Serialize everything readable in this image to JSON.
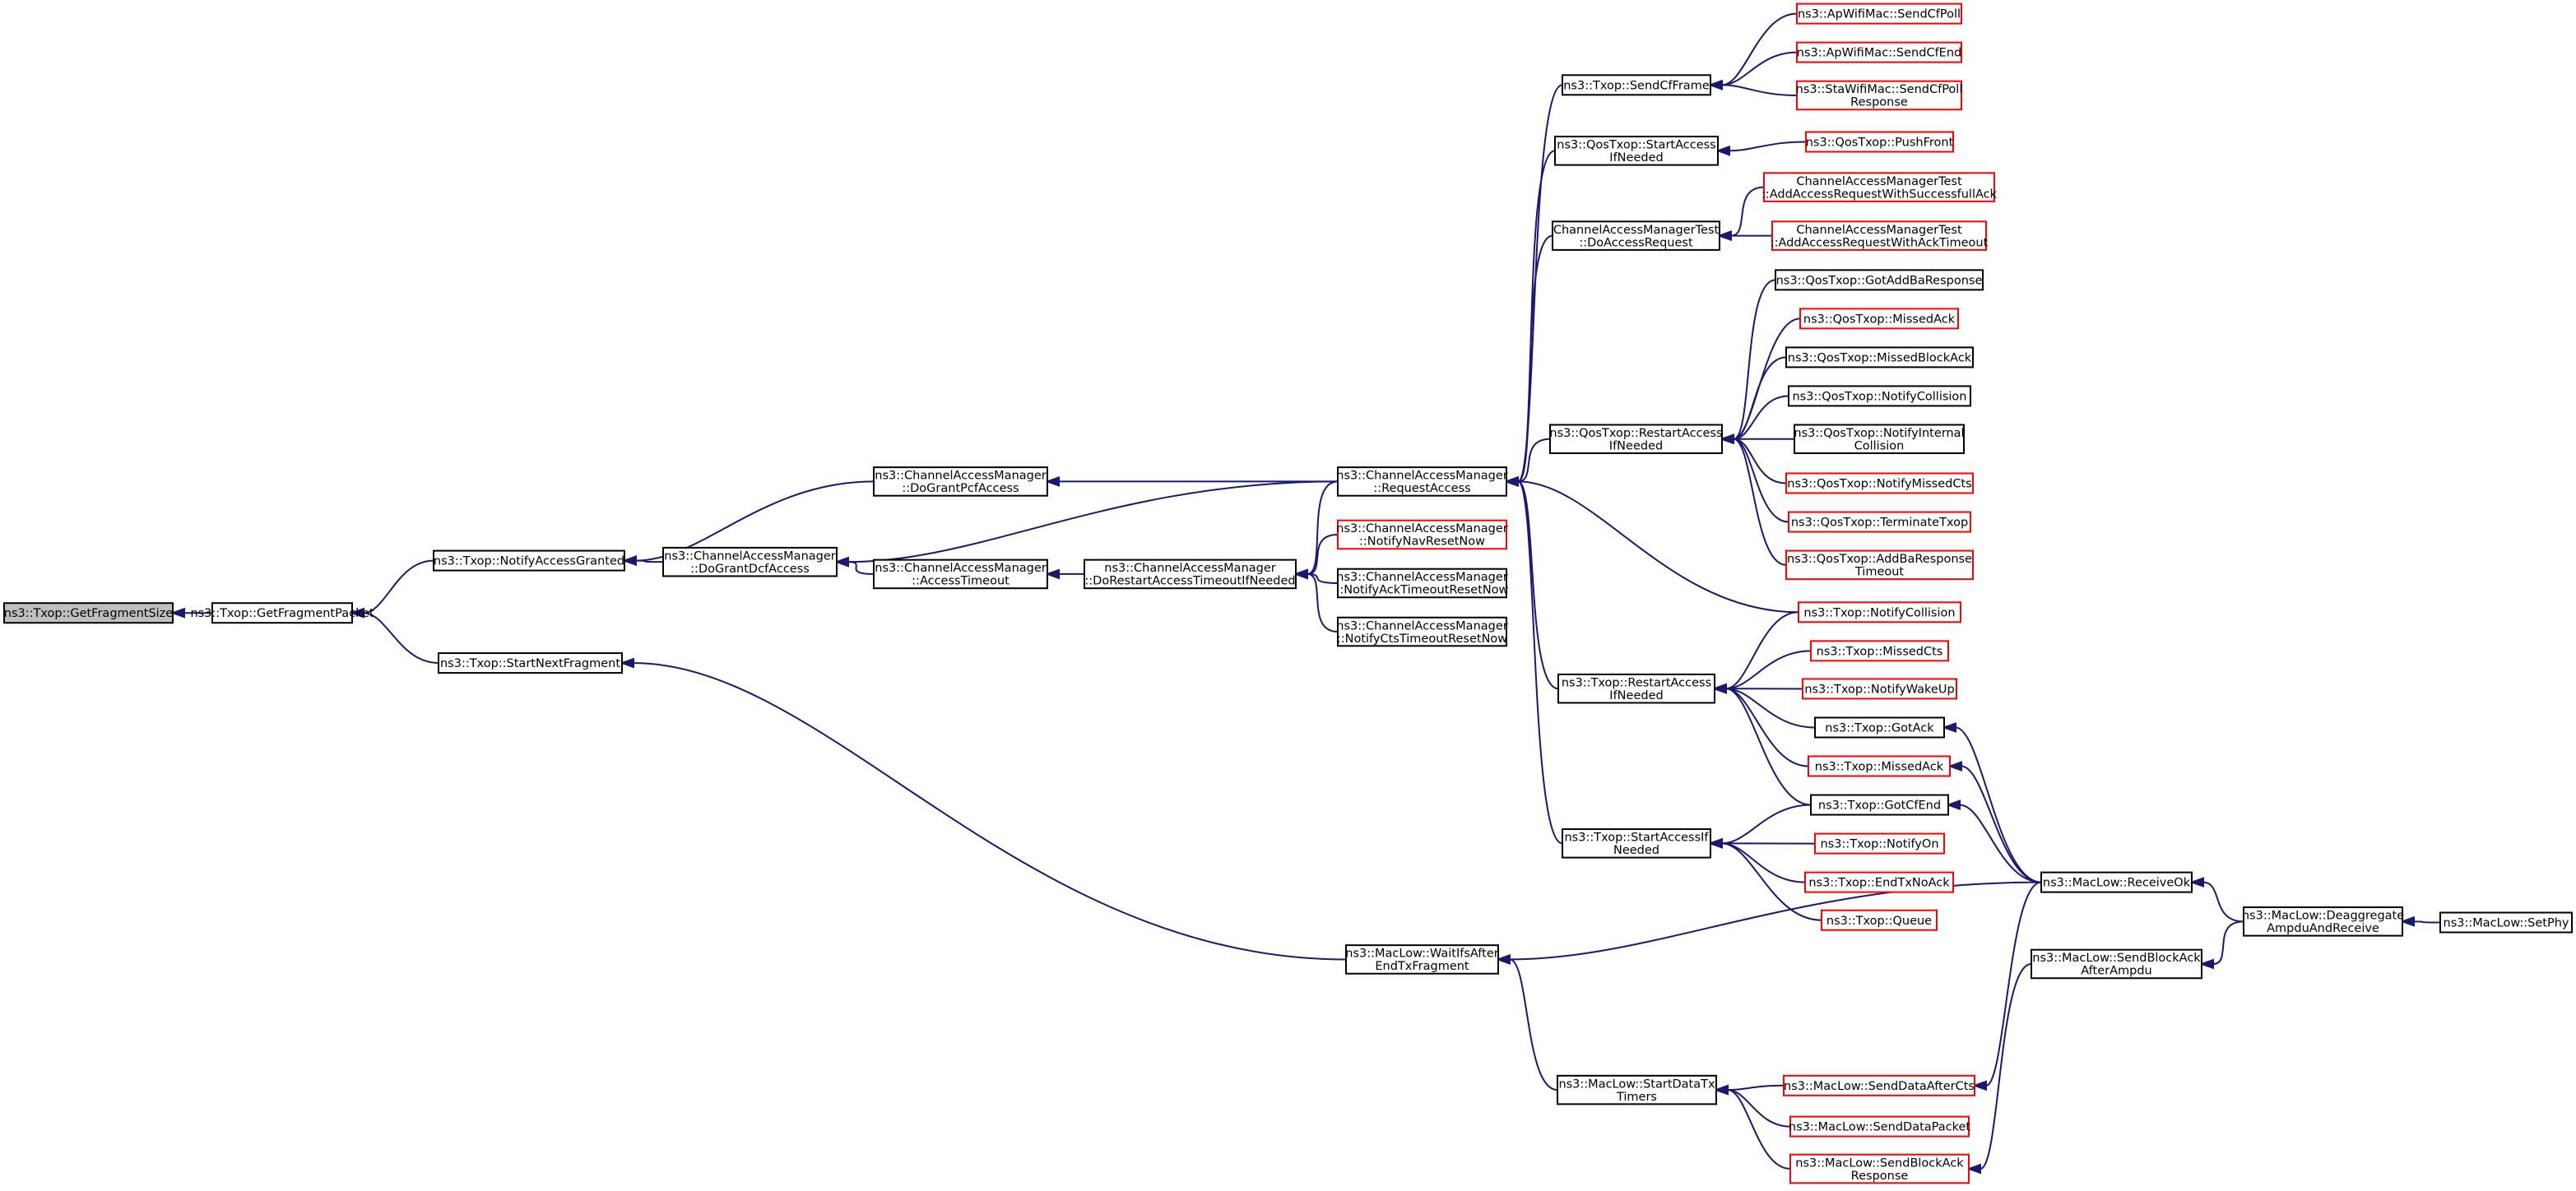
{
  "colors": {
    "edge": "#191970",
    "focus_fill": "#bfbfbf",
    "focus_border": "#000000",
    "documented_border": "#000000",
    "undocumented_border": "#ff0000",
    "node_fill": "#ffffff"
  },
  "nodes": [
    {
      "id": "getFragmentSize",
      "lines": [
        "ns3::Txop::GetFragmentSize"
      ],
      "style": "focus"
    },
    {
      "id": "getFragmentPacket",
      "lines": [
        "ns3::Txop::GetFragmentPacket"
      ],
      "style": "documented"
    },
    {
      "id": "notifyAccessGranted",
      "lines": [
        "ns3::Txop::NotifyAccessGranted"
      ],
      "style": "documented"
    },
    {
      "id": "startNextFragment",
      "lines": [
        "ns3::Txop::StartNextFragment"
      ],
      "style": "documented"
    },
    {
      "id": "doGrantDcfAccess",
      "lines": [
        "ns3::ChannelAccessManager",
        "::DoGrantDcfAccess"
      ],
      "style": "documented"
    },
    {
      "id": "doGrantPcfAccess",
      "lines": [
        "ns3::ChannelAccessManager",
        "::DoGrantPcfAccess"
      ],
      "style": "documented"
    },
    {
      "id": "accessTimeout",
      "lines": [
        "ns3::ChannelAccessManager",
        "::AccessTimeout"
      ],
      "style": "documented"
    },
    {
      "id": "doRestartAccessTimeout",
      "lines": [
        "ns3::ChannelAccessManager",
        "::DoRestartAccessTimeoutIfNeeded"
      ],
      "style": "documented"
    },
    {
      "id": "requestAccess",
      "lines": [
        "ns3::ChannelAccessManager",
        "::RequestAccess"
      ],
      "style": "documented"
    },
    {
      "id": "notifyNavResetNow",
      "lines": [
        "ns3::ChannelAccessManager",
        "::NotifyNavResetNow"
      ],
      "style": "undocumented"
    },
    {
      "id": "notifyAckTimeoutResetNow",
      "lines": [
        "ns3::ChannelAccessManager",
        "::NotifyAckTimeoutResetNow"
      ],
      "style": "documented"
    },
    {
      "id": "notifyCtsTimeoutResetNow",
      "lines": [
        "ns3::ChannelAccessManager",
        "::NotifyCtsTimeoutResetNow"
      ],
      "style": "documented"
    },
    {
      "id": "waitIfsAfterEndTxFragment",
      "lines": [
        "ns3::MacLow::WaitIfsAfter",
        "EndTxFragment"
      ],
      "style": "documented"
    },
    {
      "id": "sendCfFrame",
      "lines": [
        "ns3::Txop::SendCfFrame"
      ],
      "style": "documented"
    },
    {
      "id": "qosStartAccessIfNeeded",
      "lines": [
        "ns3::QosTxop::StartAccess",
        "IfNeeded"
      ],
      "style": "documented"
    },
    {
      "id": "doAccessRequest",
      "lines": [
        "ChannelAccessManagerTest",
        "::DoAccessRequest"
      ],
      "style": "documented"
    },
    {
      "id": "qosRestartAccessIfNeeded",
      "lines": [
        "ns3::QosTxop::RestartAccess",
        "IfNeeded"
      ],
      "style": "documented"
    },
    {
      "id": "txopRestartAccessIfNeeded",
      "lines": [
        "ns3::Txop::RestartAccess",
        "IfNeeded"
      ],
      "style": "documented"
    },
    {
      "id": "txopStartAccessIfNeeded",
      "lines": [
        "ns3::Txop::StartAccessIf",
        "Needed"
      ],
      "style": "documented"
    },
    {
      "id": "startDataTxTimers",
      "lines": [
        "ns3::MacLow::StartDataTx",
        "Timers"
      ],
      "style": "documented"
    },
    {
      "id": "apSendCfPoll",
      "lines": [
        "ns3::ApWifiMac::SendCfPoll"
      ],
      "style": "undocumented"
    },
    {
      "id": "apSendCfEnd",
      "lines": [
        "ns3::ApWifiMac::SendCfEnd"
      ],
      "style": "undocumented"
    },
    {
      "id": "staSendCfPollResponse",
      "lines": [
        "ns3::StaWifiMac::SendCfPoll",
        "Response"
      ],
      "style": "undocumented"
    },
    {
      "id": "qosPushFront",
      "lines": [
        "ns3::QosTxop::PushFront"
      ],
      "style": "undocumented"
    },
    {
      "id": "addAccessRequestSuccess",
      "lines": [
        "ChannelAccessManagerTest",
        "::AddAccessRequestWithSuccessfullAck"
      ],
      "style": "undocumented"
    },
    {
      "id": "addAccessRequestAckTimeout",
      "lines": [
        "ChannelAccessManagerTest",
        "::AddAccessRequestWithAckTimeout"
      ],
      "style": "undocumented"
    },
    {
      "id": "qosGotAddBaResponse",
      "lines": [
        "ns3::QosTxop::GotAddBaResponse"
      ],
      "style": "documented"
    },
    {
      "id": "qosMissedAck",
      "lines": [
        "ns3::QosTxop::MissedAck"
      ],
      "style": "undocumented"
    },
    {
      "id": "qosMissedBlockAck",
      "lines": [
        "ns3::QosTxop::MissedBlockAck"
      ],
      "style": "documented"
    },
    {
      "id": "qosNotifyCollision",
      "lines": [
        "ns3::QosTxop::NotifyCollision"
      ],
      "style": "documented"
    },
    {
      "id": "qosNotifyInternalCollision",
      "lines": [
        "ns3::QosTxop::NotifyInternal",
        "Collision"
      ],
      "style": "documented"
    },
    {
      "id": "qosNotifyMissedCts",
      "lines": [
        "ns3::QosTxop::NotifyMissedCts"
      ],
      "style": "undocumented"
    },
    {
      "id": "qosTerminateTxop",
      "lines": [
        "ns3::QosTxop::TerminateTxop"
      ],
      "style": "undocumented"
    },
    {
      "id": "qosAddBaResponseTimeout",
      "lines": [
        "ns3::QosTxop::AddBaResponse",
        "Timeout"
      ],
      "style": "undocumented"
    },
    {
      "id": "txopNotifyCollision",
      "lines": [
        "ns3::Txop::NotifyCollision"
      ],
      "style": "undocumented"
    },
    {
      "id": "txopMissedCts",
      "lines": [
        "ns3::Txop::MissedCts"
      ],
      "style": "undocumented"
    },
    {
      "id": "txopNotifyWakeUp",
      "lines": [
        "ns3::Txop::NotifyWakeUp"
      ],
      "style": "undocumented"
    },
    {
      "id": "txopGotAck",
      "lines": [
        "ns3::Txop::GotAck"
      ],
      "style": "documented"
    },
    {
      "id": "txopMissedAck",
      "lines": [
        "ns3::Txop::MissedAck"
      ],
      "style": "undocumented"
    },
    {
      "id": "txopGotCfEnd",
      "lines": [
        "ns3::Txop::GotCfEnd"
      ],
      "style": "documented"
    },
    {
      "id": "txopNotifyOn",
      "lines": [
        "ns3::Txop::NotifyOn"
      ],
      "style": "undocumented"
    },
    {
      "id": "txopEndTxNoAck",
      "lines": [
        "ns3::Txop::EndTxNoAck"
      ],
      "style": "undocumented"
    },
    {
      "id": "txopQueue",
      "lines": [
        "ns3::Txop::Queue"
      ],
      "style": "undocumented"
    },
    {
      "id": "sendDataAfterCts",
      "lines": [
        "ns3::MacLow::SendDataAfterCts"
      ],
      "style": "undocumented"
    },
    {
      "id": "sendDataPacket",
      "lines": [
        "ns3::MacLow::SendDataPacket"
      ],
      "style": "undocumented"
    },
    {
      "id": "sendBlockAckResponse",
      "lines": [
        "ns3::MacLow::SendBlockAck",
        "Response"
      ],
      "style": "undocumented"
    },
    {
      "id": "receiveOk",
      "lines": [
        "ns3::MacLow::ReceiveOk"
      ],
      "style": "documented"
    },
    {
      "id": "sendBlockAckAfterAmpdu",
      "lines": [
        "ns3::MacLow::SendBlockAck",
        "AfterAmpdu"
      ],
      "style": "documented"
    },
    {
      "id": "deaggregateAmpduAndReceive",
      "lines": [
        "ns3::MacLow::Deaggregate",
        "AmpduAndReceive"
      ],
      "style": "documented"
    },
    {
      "id": "setPhy",
      "lines": [
        "ns3::MacLow::SetPhy"
      ],
      "style": "documented"
    }
  ],
  "edges": [
    {
      "from": "getFragmentPacket",
      "to": "getFragmentSize"
    },
    {
      "from": "notifyAccessGranted",
      "to": "getFragmentPacket"
    },
    {
      "from": "startNextFragment",
      "to": "getFragmentPacket"
    },
    {
      "from": "doGrantPcfAccess",
      "to": "notifyAccessGranted"
    },
    {
      "from": "doGrantDcfAccess",
      "to": "notifyAccessGranted"
    },
    {
      "from": "waitIfsAfterEndTxFragment",
      "to": "startNextFragment"
    },
    {
      "from": "requestAccess",
      "to": "doGrantPcfAccess"
    },
    {
      "from": "requestAccess",
      "to": "doGrantDcfAccess"
    },
    {
      "from": "accessTimeout",
      "to": "doGrantDcfAccess"
    },
    {
      "from": "doRestartAccessTimeout",
      "to": "accessTimeout"
    },
    {
      "from": "requestAccess",
      "to": "doRestartAccessTimeout"
    },
    {
      "from": "notifyNavResetNow",
      "to": "doRestartAccessTimeout"
    },
    {
      "from": "notifyAckTimeoutResetNow",
      "to": "doRestartAccessTimeout"
    },
    {
      "from": "notifyCtsTimeoutResetNow",
      "to": "doRestartAccessTimeout"
    },
    {
      "from": "sendCfFrame",
      "to": "requestAccess"
    },
    {
      "from": "qosStartAccessIfNeeded",
      "to": "requestAccess"
    },
    {
      "from": "doAccessRequest",
      "to": "requestAccess"
    },
    {
      "from": "qosRestartAccessIfNeeded",
      "to": "requestAccess"
    },
    {
      "from": "txopNotifyCollision",
      "to": "requestAccess"
    },
    {
      "from": "txopRestartAccessIfNeeded",
      "to": "requestAccess"
    },
    {
      "from": "txopStartAccessIfNeeded",
      "to": "requestAccess"
    },
    {
      "from": "receiveOk",
      "to": "waitIfsAfterEndTxFragment"
    },
    {
      "from": "startDataTxTimers",
      "to": "waitIfsAfterEndTxFragment"
    },
    {
      "from": "apSendCfPoll",
      "to": "sendCfFrame"
    },
    {
      "from": "apSendCfEnd",
      "to": "sendCfFrame"
    },
    {
      "from": "staSendCfPollResponse",
      "to": "sendCfFrame"
    },
    {
      "from": "qosPushFront",
      "to": "qosStartAccessIfNeeded"
    },
    {
      "from": "addAccessRequestSuccess",
      "to": "doAccessRequest"
    },
    {
      "from": "addAccessRequestAckTimeout",
      "to": "doAccessRequest"
    },
    {
      "from": "qosGotAddBaResponse",
      "to": "qosRestartAccessIfNeeded"
    },
    {
      "from": "qosMissedAck",
      "to": "qosRestartAccessIfNeeded"
    },
    {
      "from": "qosMissedBlockAck",
      "to": "qosRestartAccessIfNeeded"
    },
    {
      "from": "qosNotifyCollision",
      "to": "qosRestartAccessIfNeeded"
    },
    {
      "from": "qosNotifyInternalCollision",
      "to": "qosRestartAccessIfNeeded"
    },
    {
      "from": "qosNotifyMissedCts",
      "to": "qosRestartAccessIfNeeded"
    },
    {
      "from": "qosTerminateTxop",
      "to": "qosRestartAccessIfNeeded"
    },
    {
      "from": "qosAddBaResponseTimeout",
      "to": "qosRestartAccessIfNeeded"
    },
    {
      "from": "txopNotifyCollision",
      "to": "txopRestartAccessIfNeeded"
    },
    {
      "from": "txopMissedCts",
      "to": "txopRestartAccessIfNeeded"
    },
    {
      "from": "txopNotifyWakeUp",
      "to": "txopRestartAccessIfNeeded"
    },
    {
      "from": "txopGotAck",
      "to": "txopRestartAccessIfNeeded"
    },
    {
      "from": "txopMissedAck",
      "to": "txopRestartAccessIfNeeded"
    },
    {
      "from": "txopGotCfEnd",
      "to": "txopRestartAccessIfNeeded"
    },
    {
      "from": "txopGotCfEnd",
      "to": "txopStartAccessIfNeeded"
    },
    {
      "from": "txopNotifyOn",
      "to": "txopStartAccessIfNeeded"
    },
    {
      "from": "txopEndTxNoAck",
      "to": "txopStartAccessIfNeeded"
    },
    {
      "from": "txopQueue",
      "to": "txopStartAccessIfNeeded"
    },
    {
      "from": "sendDataAfterCts",
      "to": "startDataTxTimers"
    },
    {
      "from": "sendDataPacket",
      "to": "startDataTxTimers"
    },
    {
      "from": "sendBlockAckResponse",
      "to": "startDataTxTimers"
    },
    {
      "from": "receiveOk",
      "to": "txopGotAck"
    },
    {
      "from": "receiveOk",
      "to": "txopMissedAck"
    },
    {
      "from": "receiveOk",
      "to": "txopGotCfEnd"
    },
    {
      "from": "receiveOk",
      "to": "sendDataAfterCts"
    },
    {
      "from": "deaggregateAmpduAndReceive",
      "to": "receiveOk"
    },
    {
      "from": "sendBlockAckAfterAmpdu",
      "to": "sendBlockAckResponse"
    },
    {
      "from": "deaggregateAmpduAndReceive",
      "to": "sendBlockAckAfterAmpdu"
    },
    {
      "from": "setPhy",
      "to": "deaggregateAmpduAndReceive"
    }
  ]
}
